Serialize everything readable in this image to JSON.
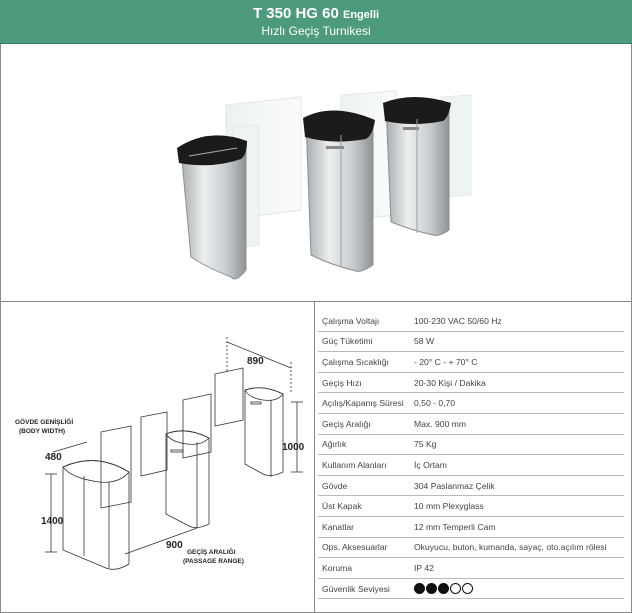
{
  "header": {
    "model": "T 350 HG 60",
    "variant": "Engelli",
    "subtitle": "Hızlı Geçiş Turnikesi"
  },
  "drawing": {
    "depth_label": "890",
    "height_right_label": "1000",
    "body_width_value": "480",
    "body_width_label_1": "GÖVDE GENİŞLİĞİ",
    "body_width_label_2": "(BODY WIDTH)",
    "height_left_label": "1400",
    "passage_value": "900",
    "passage_label_1": "GEÇİŞ ARALIĞI",
    "passage_label_2": "(PASSAGE RANGE)"
  },
  "specs": [
    {
      "key": "Çalışma Voltajı",
      "value": "100-230 VAC 50/60 Hz"
    },
    {
      "key": "Güç Tüketimi",
      "value": "58 W"
    },
    {
      "key": "Çalışma Sıcaklığı",
      "value": "- 20° C - + 70° C"
    },
    {
      "key": "Geçiş Hızı",
      "value": "20-30 Kişi / Dakika"
    },
    {
      "key": "Açılış/Kapanış Süresi",
      "value": "0,50 - 0,70"
    },
    {
      "key": "Geçiş Aralığı",
      "value": "Max. 900 mm"
    },
    {
      "key": "Ağırlık",
      "value": "75 Kg"
    },
    {
      "key": "Kullanım Alanları",
      "value": "İç Ortam"
    },
    {
      "key": "Gövde",
      "value": "304 Paslanmaz Çelik"
    },
    {
      "key": "Üst Kapak",
      "value": "10 mm Plexyglass"
    },
    {
      "key": "Kanatlar",
      "value": "12 mm Temperli Cam"
    },
    {
      "key": "Ops. Aksesuarlar",
      "value": "Okuyucu, buton, kumanda, sayaç, oto.açılım rölesi"
    },
    {
      "key": "Koruma",
      "value": "IP 42"
    }
  ],
  "security": {
    "key": "Güvenlik Seviyesi",
    "level": 3,
    "max": 5
  },
  "colors": {
    "header_bg": "#4d9a7c",
    "header_text": "#ffffff"
  }
}
